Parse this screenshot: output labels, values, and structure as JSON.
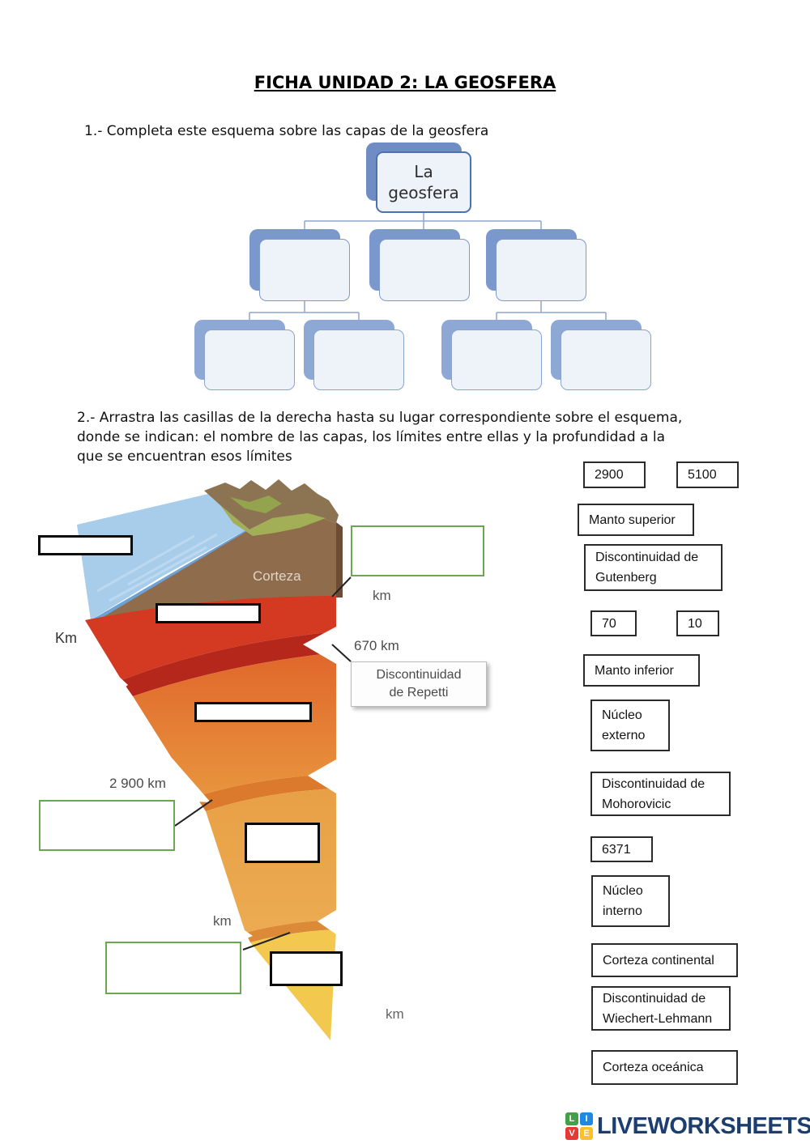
{
  "page": {
    "title": "FICHA UNIDAD 2: LA GEOSFERA",
    "task1": "1.- Completa este esquema sobre las capas de la geosfera",
    "task2": "2.- Arrastra las casillas de la derecha hasta su lugar correspondiente sobre el esquema, donde se indican: el nombre de las capas, los límites entre ellas y la profundidad a la que se encuentran esos límites"
  },
  "org_chart": {
    "root": "La geosfera"
  },
  "diagram": {
    "corteza_label": "Corteza",
    "km_axis_left": "Km",
    "km_unit_top": "km",
    "depth_670": "670 km",
    "depth_2900": "2 900 km",
    "km_unit_middle": "km",
    "km_unit_bottom": "km",
    "repetti_callout": "Discontinuidad de Repetti"
  },
  "draggables": [
    {
      "label": "2900"
    },
    {
      "label": "5100"
    },
    {
      "label": "Manto superior"
    },
    {
      "label": "Discontinuidad de Gutenberg"
    },
    {
      "label": "70"
    },
    {
      "label": "10"
    },
    {
      "label": "Manto inferior"
    },
    {
      "label": "Núcleo externo"
    },
    {
      "label": "Discontinuidad de Mohorovicic"
    },
    {
      "label": "6371"
    },
    {
      "label": "Núcleo interno"
    },
    {
      "label": "Corteza continental"
    },
    {
      "label": "Discontinuidad de Wiechert-Lehmann"
    },
    {
      "label": "Corteza oceánica"
    }
  ],
  "colors": {
    "slot_green_border": "#6aa84f",
    "slot_black_border": "#0a0a0a",
    "chart_shadow_blue": "#6f8dc4",
    "logo_navy": "#1c3e6f"
  },
  "logo": {
    "brand": "LIVEWORKSHEETS",
    "tiles": [
      {
        "letter": "L",
        "color": "#43a047"
      },
      {
        "letter": "I",
        "color": "#1e88e5"
      },
      {
        "letter": "V",
        "color": "#e53935"
      },
      {
        "letter": "E",
        "color": "#fbc02d"
      }
    ]
  }
}
